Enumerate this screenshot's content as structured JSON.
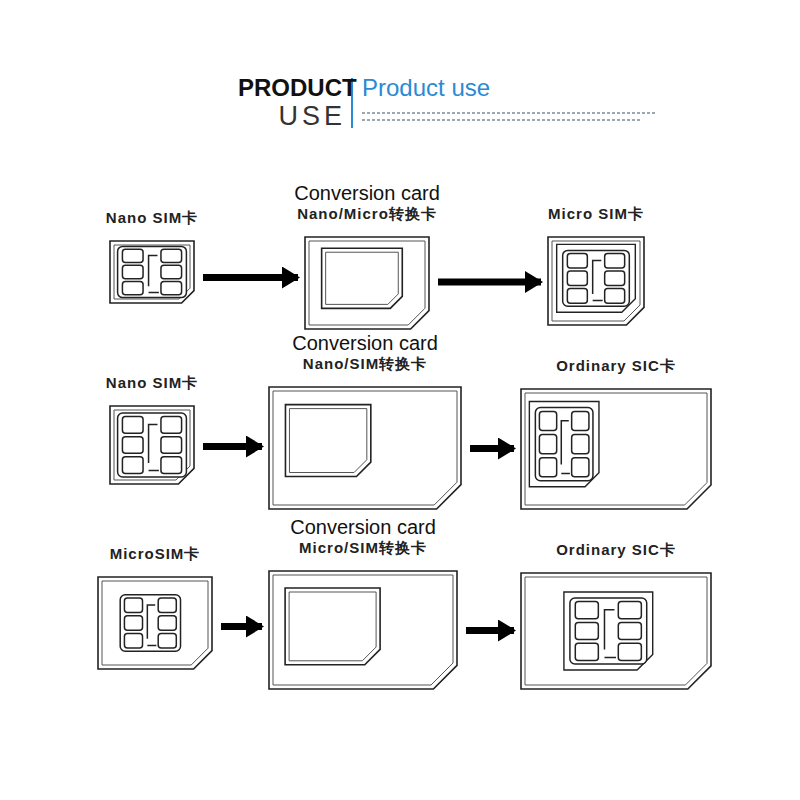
{
  "diagram": {
    "title": "Product use",
    "nodes": [
      {
        "text": [
          "Nano SIM卡"
        ]
      },
      {
        "text": [
          "Conversion card",
          "Nano/Micro转换卡"
        ]
      },
      {
        "text": [
          "Micro SIM卡"
        ]
      },
      {
        "text": [
          "Nano SIM卡"
        ]
      },
      {
        "text": [
          "Conversion card",
          "Nano/SIM转换卡"
        ]
      },
      {
        "text": [
          "Ordinary SIC卡"
        ]
      },
      {
        "text": [
          "MicroSIM卡"
        ]
      },
      {
        "text": [
          "Conversion card",
          "Micro/SIM转换卡"
        ]
      },
      {
        "text": [
          "Ordinary SIC卡"
        ]
      }
    ],
    "edges": [
      {
        "from": 0,
        "to": 1,
        "arrow": "to"
      },
      {
        "from": 1,
        "to": 2,
        "arrow": "to"
      },
      {
        "from": 3,
        "to": 4,
        "arrow": "to"
      },
      {
        "from": 4,
        "to": 5,
        "arrow": "to"
      },
      {
        "from": 6,
        "to": 7,
        "arrow": "to"
      },
      {
        "from": 7,
        "to": 8,
        "arrow": "to"
      }
    ],
    "labels": [
      "PRODUCT",
      "USE"
    ]
  }
}
